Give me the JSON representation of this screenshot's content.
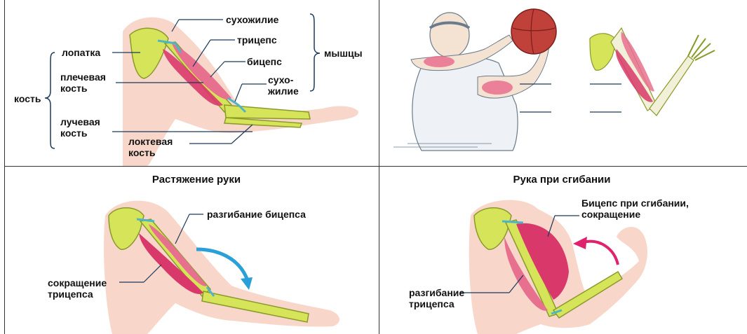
{
  "colors": {
    "bone": "#d6e45a",
    "bone_stroke": "#8a9a2a",
    "muscle": "#d9386a",
    "muscle_light": "#e8708f",
    "skin": "#f6c9b8",
    "tendon": "#4bb6c7",
    "arrow_blue": "#2a9fd8",
    "arrow_pink": "#e0226e",
    "line": "#1a3a5c",
    "border": "#333333"
  },
  "panel1": {
    "labels": {
      "tendon_top": "сухожилие",
      "triceps": "трицепс",
      "biceps": "бицепс",
      "tendon_bottom": "сухо-\nжилие",
      "scapula": "лопатка",
      "humerus": "плечевая\nкость",
      "radius": "лучевая\nкость",
      "ulna": "локтевая\nкость",
      "bone_group": "кость",
      "muscle_group": "мышцы"
    }
  },
  "panel3": {
    "title": "Растяжение руки",
    "labels": {
      "biceps_extension": "разгибание бицепса",
      "triceps_contraction": "сокращение\nтрицепса"
    }
  },
  "panel4": {
    "title": "Рука при сгибании",
    "labels": {
      "biceps_flexion": "Бицепс при сгибании,\nсокращение",
      "triceps_extension": "разгибание\nтрицепса"
    }
  }
}
